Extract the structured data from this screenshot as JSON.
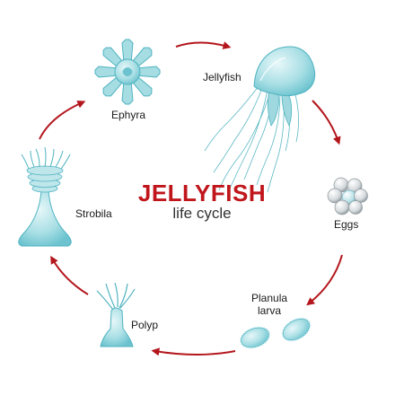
{
  "title": "JELLYFISH",
  "subtitle": "life cycle",
  "colors": {
    "title": "#c0161b",
    "arrow": "#b3161c",
    "body_fill": "#a6dde3",
    "body_stroke": "#4fb3c0",
    "egg_fill": "#d9dde0"
  },
  "stages": [
    {
      "id": "jellyfish",
      "label": "Jellyfish"
    },
    {
      "id": "eggs",
      "label": "Eggs"
    },
    {
      "id": "planula",
      "label": "Planula\nlarva"
    },
    {
      "id": "polyp",
      "label": "Polyp"
    },
    {
      "id": "strobila",
      "label": "Strobila"
    },
    {
      "id": "ephyra",
      "label": "Ephyra"
    }
  ]
}
